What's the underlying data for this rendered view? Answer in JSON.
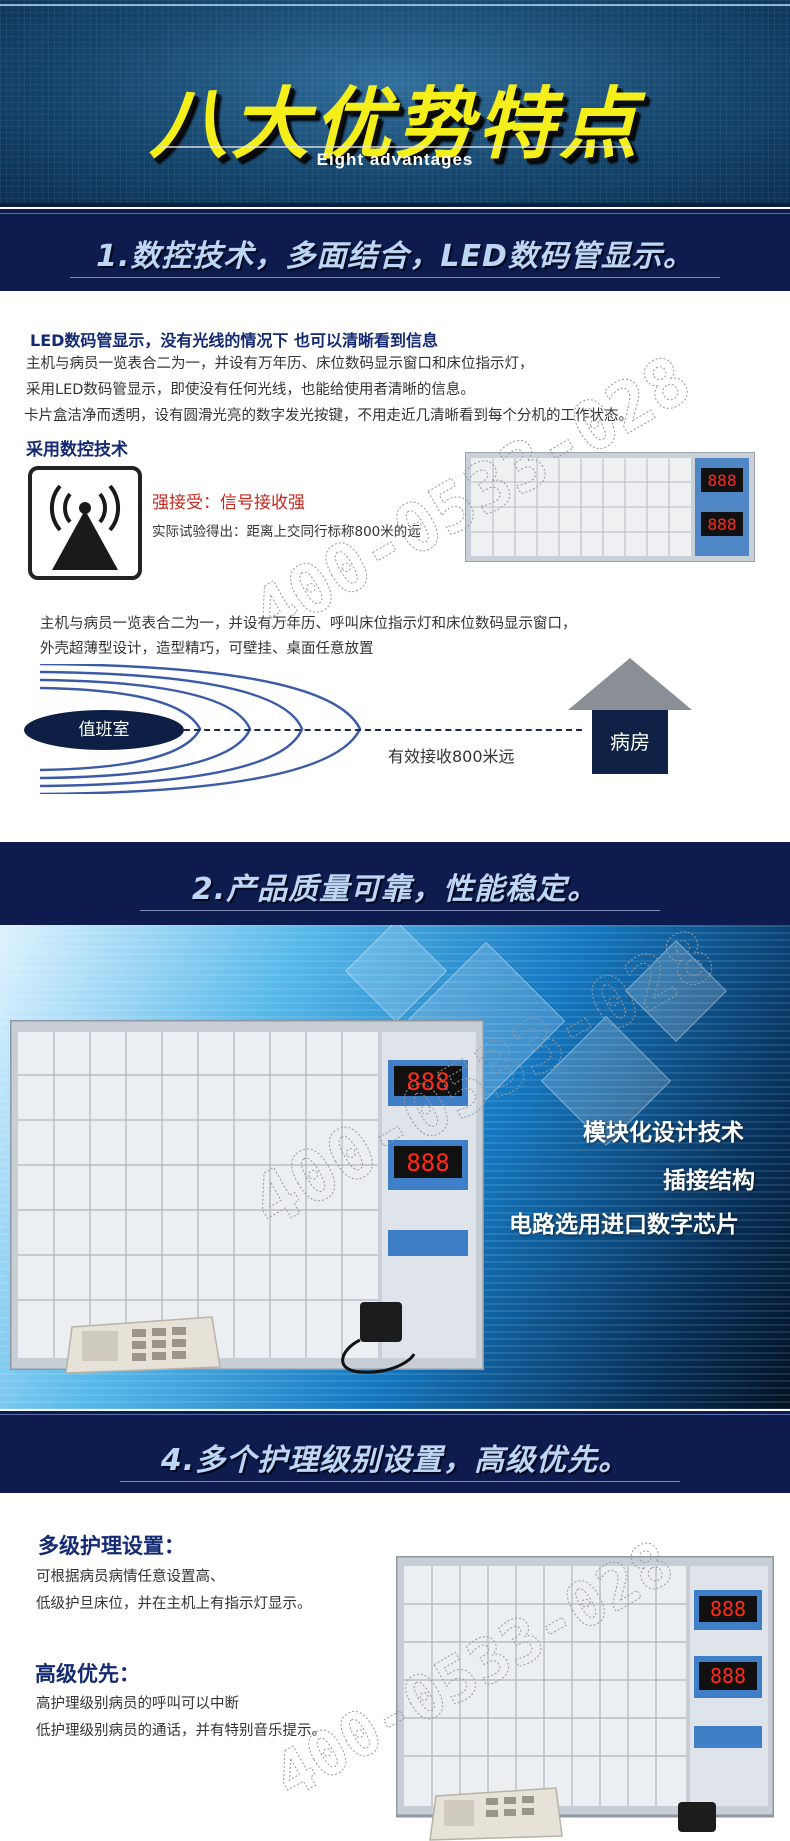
{
  "header": {
    "title": "八大优势特点",
    "subtitle": "Eight advantages"
  },
  "section1": {
    "banner": "1.数控技术，多面结合，LED数码管显示。",
    "heading": "LED数码管显示，没有光线的情况下  也可以清晰看到信息",
    "body": [
      "主机与病员一览表合二为一，并设有万年历、床位数码显示窗口和床位指示灯，",
      "采用LED数码管显示，即使没有任何光线，也能给使用者清晰的信息。",
      "卡片盒洁净而透明，设有圆滑光亮的数字发光按键，不用走近几清晰看到每个分机的工作状态。"
    ],
    "tech_heading": "采用数控技术",
    "strong_signal": "强接受：信号接收强",
    "test_result": "实际试验得出：距离上交同行标称800米的远",
    "body2": [
      "主机与病员一览表合二为一，并设有万年历、呼叫床位指示灯和床位数码显示窗口，",
      "外壳超薄型设计，造型精巧，可壁挂、桌面任意放置"
    ],
    "duty_room": "值班室",
    "range": "有效接收800米远",
    "ward": "病房",
    "display_digits": "888"
  },
  "section2": {
    "banner": "2.产品质量可靠，性能稳定。",
    "features": [
      "模块化设计技术",
      "插接结构",
      "电路选用进口数字芯片"
    ],
    "display_digits": "888"
  },
  "section4": {
    "banner": "4.多个护理级别设置，高级优先。",
    "heading1": "多级护理设置：",
    "body1": [
      "可根据病员病情任意设置高、",
      "低级护旦床位，并在主机上有指示灯显示。"
    ],
    "heading2": "高级优先：",
    "body2": [
      "高护理级别病员的呼叫可以中断",
      "低护理级别病员的通话，并有特别音乐提示。"
    ],
    "display_digits": "888"
  },
  "watermark": {
    "phone": "400-0533-028"
  },
  "colors": {
    "banner_bg": "#0d1b4f",
    "title_yellow": "#f4ef1b",
    "heading_blue": "#142a72",
    "accent_red": "#c8281e",
    "display_red": "#ff2a1a"
  }
}
